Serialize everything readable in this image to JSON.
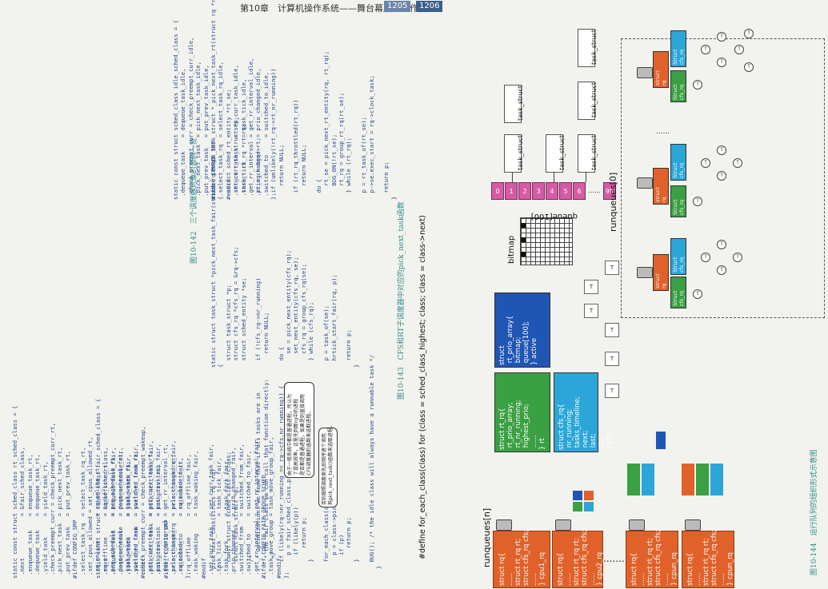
{
  "header": {
    "chapter_title": "第10章　计算机操作系统——舞台幕后的工作者",
    "page_left": "1205",
    "page_right": "1206"
  },
  "code": {
    "rt_sched_class": "static const struct sched_class rt_sched_class = {\n .next            = &fair_sched_class,\n .enqueue_task    = enqueue_task_rt,\n .dequeue_task    = dequeue_task_rt,\n .yield_task      = yield_task_rt,\n .check_preempt_curr = check_preempt_curr_rt,\n .pick_next_task  = pick_next_task_rt,\n .put_prev_task   = put_prev_task_rt,\n#ifdef CONFIG_SMP\n .select_task_rq  = select_task_rq_rt,\n .set_cpus_allowed = set_cpus_allowed_rt,\n .rq_online       = rq_online_rt,\n .rq_offline      = rq_offline_rt,\n .pre_schedule    = pre_schedule_rt,\n .post_schedule   = post_schedule_rt,\n .task_woken      = task_woken_rt,\n .switched_from   = switched_from_rt,\n#endif\n .set_curr_task   = set_curr_task_rt,\n .task_tick       = task_tick_rt,\n .get_rr_interval = get_rr_interval_rt,\n .prio_changed    = prio_changed_rt,\n .switched_to     = switched_to_rt,\n};",
    "fair_sched_class": "static const struct sched_class fair_sched_class = {\n .next            = &idle_sched_class,\n .enqueue_task    = enqueue_task_fair,\n .dequeue_task    = dequeue_task_fair,\n .yield_task      = yield_task_fair,\n .yield_to_task   = yield_to_task_fair,\n .check_preempt_curr = check_preempt_wakeup,\n .pick_next_task  = pick_next_task_fair,\n .put_prev_task   = put_prev_task_fair,\n#ifdef CONFIG_SMP\n .select_task_rq  = select_task_rq_fair,\n .rq_online       = rq_online_fair,\n .rq_offline      = rq_offline_fair,\n .task_waking     = task_waking_fair,\n#endif\n .set_curr_task   = set_curr_task_fair,\n .task_tick       = task_tick_fair,\n .task_fork       = task_fork_fair,\n .prio_changed    = prio_changed_fair,\n .switched_from   = switched_from_fair,\n .switched_to     = switched_to_fair,\n .get_rr_interval = get_rr_interval_fair,\n#ifdef CONFIG_FAIR_GROUP_SCHED\n .task_move_group = task_move_group_fair,\n#endif\n};",
    "idle_sched_class": "static const struct sched_class idle_sched_class = {\n .dequeue_task    = dequeue_task_idle,\n .check_preempt_curr = check_preempt_curr_idle,\n .pick_next_task  = pick_next_task_idle,\n .put_prev_task   = put_prev_task_idle,\n#ifdef CONFIG_SMP\n .select_task_rq  = select_task_rq_idle,\n#endif\n .set_curr_task   = set_curr_task_idle,\n .task_tick       = task_tick_idle,\n .get_rr_interval = get_rr_interval_idle,\n .prio_changed    = prio_changed_idle,\n .switched_to     = switched_to_idle,\n};",
    "pick_next_task": "pick_next_task(struct rq *rq)\n{\n  const struct sched_class *class;\n  struct task_struct *p;\n\n  /*\n   * Optimization: we know that if all tasks are in\n   * the fair class we can call that function directly:\n   */\n  if (likely(rq->nr_running == rq->cfs.nr_running)) {\n    p = fair_sched_class.pick_next_task(rq);\n    if (likely(p))\n      return p;\n  }\n\n  for_each_class(class) {\n    p = class->pick_next_task(rq);\n    if (p)\n      return p;\n  }\n\n  BUG(); /* the idle class will always have a runnable task */\n}",
    "pick_next_task_fair": "static struct task_struct *pick_next_task_fair(struct rq *rq)\n{\n  struct task_struct *p;\n  struct cfs_rq *cfs_rq = &rq->cfs;\n  struct sched_entity *se;\n\n  if (!cfs_rq->nr_running)\n    return NULL;\n\n  do {\n    se = pick_next_entity(cfs_rq);\n    set_next_entity(cfs_rq, se);\n    cfs_rq = group_cfs_rq(se);\n  } while (cfs_rq);\n\n  p = task_of(se);\n  hrtick_start_fair(rq, p);\n\n  return p;\n}",
    "pick_next_task_rt": "static struct task_struct *_pick_next_task_rt(struct rq *rq)\n{\n  struct sched_rt_entity *rt_se;\n  struct task_struct *p;\n  struct rt_rq *rt_rq;\n\n  rt_rq = &rq->rt;\n\n  if (unlikely(!rt_rq->rt_nr_running))\n    return NULL;\n\n  if (rt_rq_throttled(rt_rq))\n    return NULL;\n\n  do {\n    rt_se = pick_next_rt_entity(rq, rt_rq);\n    BUG_ON(!rt_se);\n    rt_rq = group_rt_rq(rt_se);\n  } while (rt_rq);\n\n  p = rt_task_of(rt_se);\n  p->se.exec_start = rq->clock_task;\n\n  return p;\n}"
  },
  "captions": {
    "fig142": "图10-142　三个调度器对象的源码一览",
    "fig143": "图10-143　CFS和RT子调度器中对应的pick_next_task函数",
    "fig144": "图10-144　运行队列的组织形式示意图"
  },
  "notes": {
    "note1": "由于一般系统中都是普通进程，所以为\n了提高效率，这里先判断rq中的进程\n是否都是普通进程，如果是则直接调用\nCFS调度器的函数来选取进程。",
    "note2": "否则按照调度类先后顺序逐个调用\n其pick_next_task()函数来选取进程。"
  },
  "formula": "#define for_each_class(class)   for (class = sched_class_highest; class; class = class->next)",
  "diagram": {
    "runqueues_label": "runqueues[n]",
    "runqueues0_label": "runqueues[0]",
    "queue_label": "queue[100]",
    "bitmap_label": "bitmap",
    "rq_boxes": [
      {
        "lines": [
          "struct rq{",
          "......",
          "struct rt_rq rt;",
          "struct cfs_rq cfs;",
          "......",
          "} cpu1_rq"
        ]
      },
      {
        "lines": [
          "struct rq{",
          "......",
          "struct rt_rq rt;",
          "struct cfs_rq cfs;",
          "......",
          "} cpu2_rq"
        ]
      },
      {
        "lines": [
          "struct rq{",
          "......",
          "struct rt_rq rt;",
          "struct cfs_rq cfs;",
          "......",
          "} cpun_rq"
        ]
      },
      {
        "lines": [
          "struct rq{",
          "......",
          "struct rt_rq rt;",
          "struct cfs_rq cfs;",
          "......",
          "} cpun_rq"
        ]
      }
    ],
    "rt_rq_box": "struct rt_rq{\n rt_prio_array;\n rt_nr_running;\n highest_prio;\n ......\n} rt",
    "cfs_rq_box": "struct cfs_rq{\n nr_running;\n tasks_timeline;\n next;\n last;\n ......\n} cfs",
    "prio_array_box": "struct\n rt_prio_array{\n bitmap;\n queue[100];\n} active",
    "queue_cells": [
      "0",
      "1",
      "2",
      "3",
      "4",
      "5",
      "6",
      "......",
      "99"
    ],
    "task_struct_label": "task_struct",
    "tree_node_label": "T",
    "struct_rq_label": "struct\nrq",
    "struct_cfs_rq_label": "Struct\ncfs_rq",
    "ellipsis": "..........",
    "dots": "......"
  },
  "colors": {
    "orange": "#e0622a",
    "green": "#3aa043",
    "cyan": "#2ca6d8",
    "blue": "#1f56b4",
    "magenta": "#d65aa4",
    "code_blue": "#2c4a8a",
    "caption_teal": "#2f8b8b"
  }
}
